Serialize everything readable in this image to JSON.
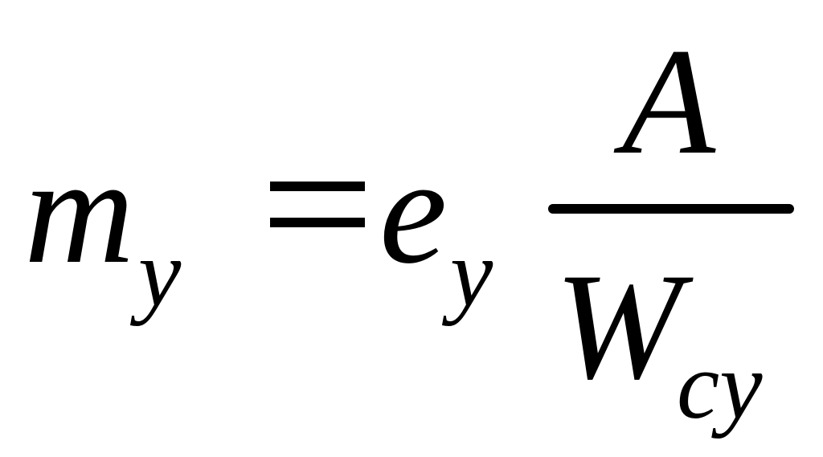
{
  "formula": {
    "lhs": {
      "base": "m",
      "subscript": "y"
    },
    "operator": "=",
    "factor": {
      "base": "e",
      "subscript": "y"
    },
    "fraction": {
      "numerator": "A",
      "denominator": {
        "base": "W",
        "subscript": "cy"
      }
    }
  }
}
